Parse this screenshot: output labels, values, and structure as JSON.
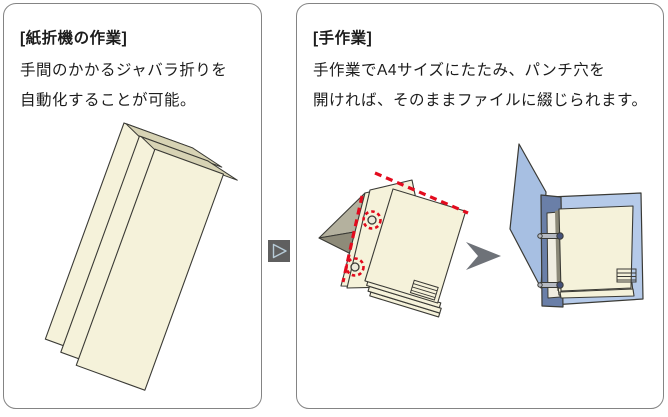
{
  "left_panel": {
    "title": "[紙折機の作業]",
    "description_line1": "手間のかかるジャバラ折りを",
    "description_line2": "自動化することが可能。",
    "illustration": "accordion-folded-paper"
  },
  "connector": {
    "shape": "gray-square-with-right-triangle-outline",
    "direction": "right"
  },
  "right_panel": {
    "title": "[手作業]",
    "description_line1": "手作業でA4サイズにたたみ、パンチ穴を",
    "description_line2": "開ければ、そのままファイルに綴じられます。",
    "illustration_step1": "folded-a4-sheet-with-punch-holes-and-red-fold-marks",
    "step_arrow": "right-arrow",
    "illustration_step2": "open-ring-binder-with-filed-sheets"
  },
  "colors": {
    "page_bg": "#ffffff",
    "panel_border": "#848484",
    "text": "#1c1c1c",
    "outline": "#3a3a35",
    "paper_cream": "#f5f2da",
    "paper_fold_shade": "#d7d3b4",
    "flap_gray_light": "#b4b19e",
    "flap_gray_dark": "#8e8b79",
    "fold_mark_red": "#e30b1e",
    "hole_fill": "#eceadb",
    "arrow_gray": "#6e7278",
    "connector_bg": "#5f5f5f",
    "connector_arrow": "#b7cbd7",
    "binder_cover_blue": "#a7bfe2",
    "binder_base_blue": "#b5cae9",
    "binder_spine_blue": "#6a7fa8",
    "page_white": "#f0ede1",
    "ring_metal": "#b6bac2",
    "ring_cap_blue": "#45527a",
    "edge_shadow": "#8b8878"
  }
}
